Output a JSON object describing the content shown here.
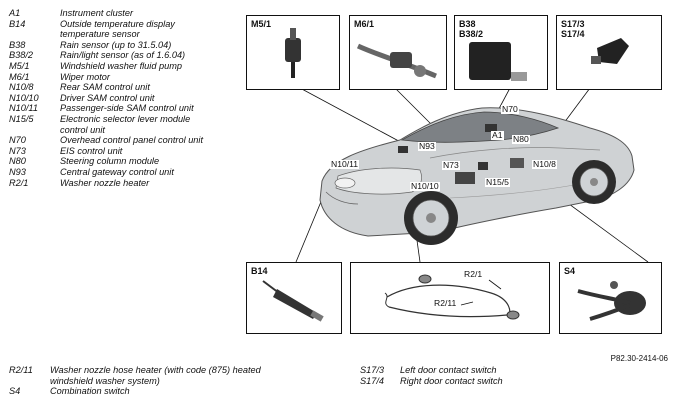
{
  "legend": [
    {
      "code": "A1",
      "desc": "Instrument cluster"
    },
    {
      "code": "B14",
      "desc": "Outside temperature display temperature sensor"
    },
    {
      "code": "B38",
      "desc": "Rain sensor (up to 31.5.04)"
    },
    {
      "code": "B38/2",
      "desc": "Rain/light sensor (as of 1.6.04)"
    },
    {
      "code": "M5/1",
      "desc": "Windshield washer fluid pump"
    },
    {
      "code": "M6/1",
      "desc": "Wiper motor"
    },
    {
      "code": "N10/8",
      "desc": "Rear SAM control unit"
    },
    {
      "code": "N10/10",
      "desc": "Driver SAM control unit"
    },
    {
      "code": "N10/11",
      "desc": "Passenger-side SAM control unit"
    },
    {
      "code": "N15/5",
      "desc": "Electronic selector lever module control unit"
    },
    {
      "code": "N70",
      "desc": "Overhead control panel control unit"
    },
    {
      "code": "N73",
      "desc": "EIS control unit"
    },
    {
      "code": "N80",
      "desc": "Steering column module"
    },
    {
      "code": "N93",
      "desc": "Central gateway control unit"
    },
    {
      "code": "R2/1",
      "desc": "Washer nozzle heater"
    }
  ],
  "footer_left": [
    {
      "code": "R2/11",
      "desc": "Washer nozzle hose heater (with code (875) heated windshield washer system)"
    },
    {
      "code": "S4",
      "desc": "Combination switch"
    }
  ],
  "footer_right": [
    {
      "code": "S17/3",
      "desc": "Left door contact switch"
    },
    {
      "code": "S17/4",
      "desc": "Right door contact switch"
    }
  ],
  "boxes": {
    "m5_1": "M5/1",
    "m6_1": "M6/1",
    "b38_line1": "B38",
    "b38_line2": "B38/2",
    "s17_line1": "S17/3",
    "s17_line2": "S17/4",
    "b14": "B14",
    "r2": "",
    "s4": "S4"
  },
  "r2_labels": {
    "r2_1": "R2/1",
    "r2_11": "R2/11"
  },
  "callouts": {
    "n70": "N70",
    "a1": "A1",
    "n93": "N93",
    "n80": "N80",
    "n10_11": "N10/11",
    "n73": "N73",
    "n10_8": "N10/8",
    "n10_10": "N10/10",
    "n15_5": "N15/5"
  },
  "reference": "P82.30-2414-06"
}
